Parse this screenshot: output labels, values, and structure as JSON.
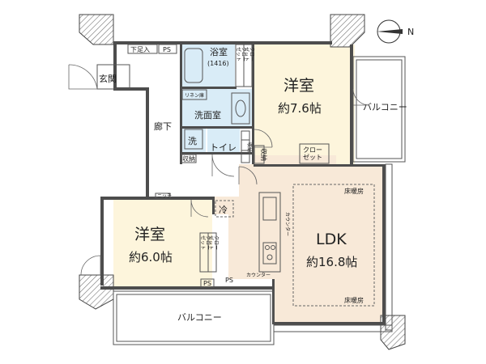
{
  "labels": {
    "entrance": "玄関",
    "shoe_storage": "下足入",
    "ps_top": "PS",
    "bathroom": "浴室",
    "bath_size": "(1416)",
    "closet_top_1": "クロー\nゼット",
    "closet_top_2": "クロー\nゼット",
    "western_room_1": "洋室",
    "western_room_1_size": "約7.6帖",
    "balcony_right": "バルコニー",
    "linen": "リネン庫",
    "washroom": "洗面室",
    "corridor": "廊下",
    "washer": "洗",
    "toilet": "トイレ",
    "storage_1": "収納",
    "storage_2": "収納",
    "storage_3": "収納",
    "closet_right": "クロー\nゼット",
    "floor_heating_top": "床暖房",
    "niche": "ニッチ",
    "fridge": "冷",
    "counter_vertical": "カウンター",
    "ldk": "LDK",
    "ldk_size": "約16.8帖",
    "western_room_2": "洋室",
    "western_room_2_size": "約6.0帖",
    "closet_left_1": "クロー\nゼット",
    "closet_left_2": "クロー\nゼット",
    "counter_small": "カウンター",
    "ps_bottom_1": "PS",
    "ps_bottom_2": "PS",
    "floor_heating_bottom": "床暖房",
    "balcony_bottom": "バルコニー",
    "compass_n": "N"
  },
  "colors": {
    "ldk_floor": "#f8e9d8",
    "room_floor": "#fdf5dc",
    "wet_area": "#d9ecf7",
    "wall": "#4d4d4d"
  }
}
